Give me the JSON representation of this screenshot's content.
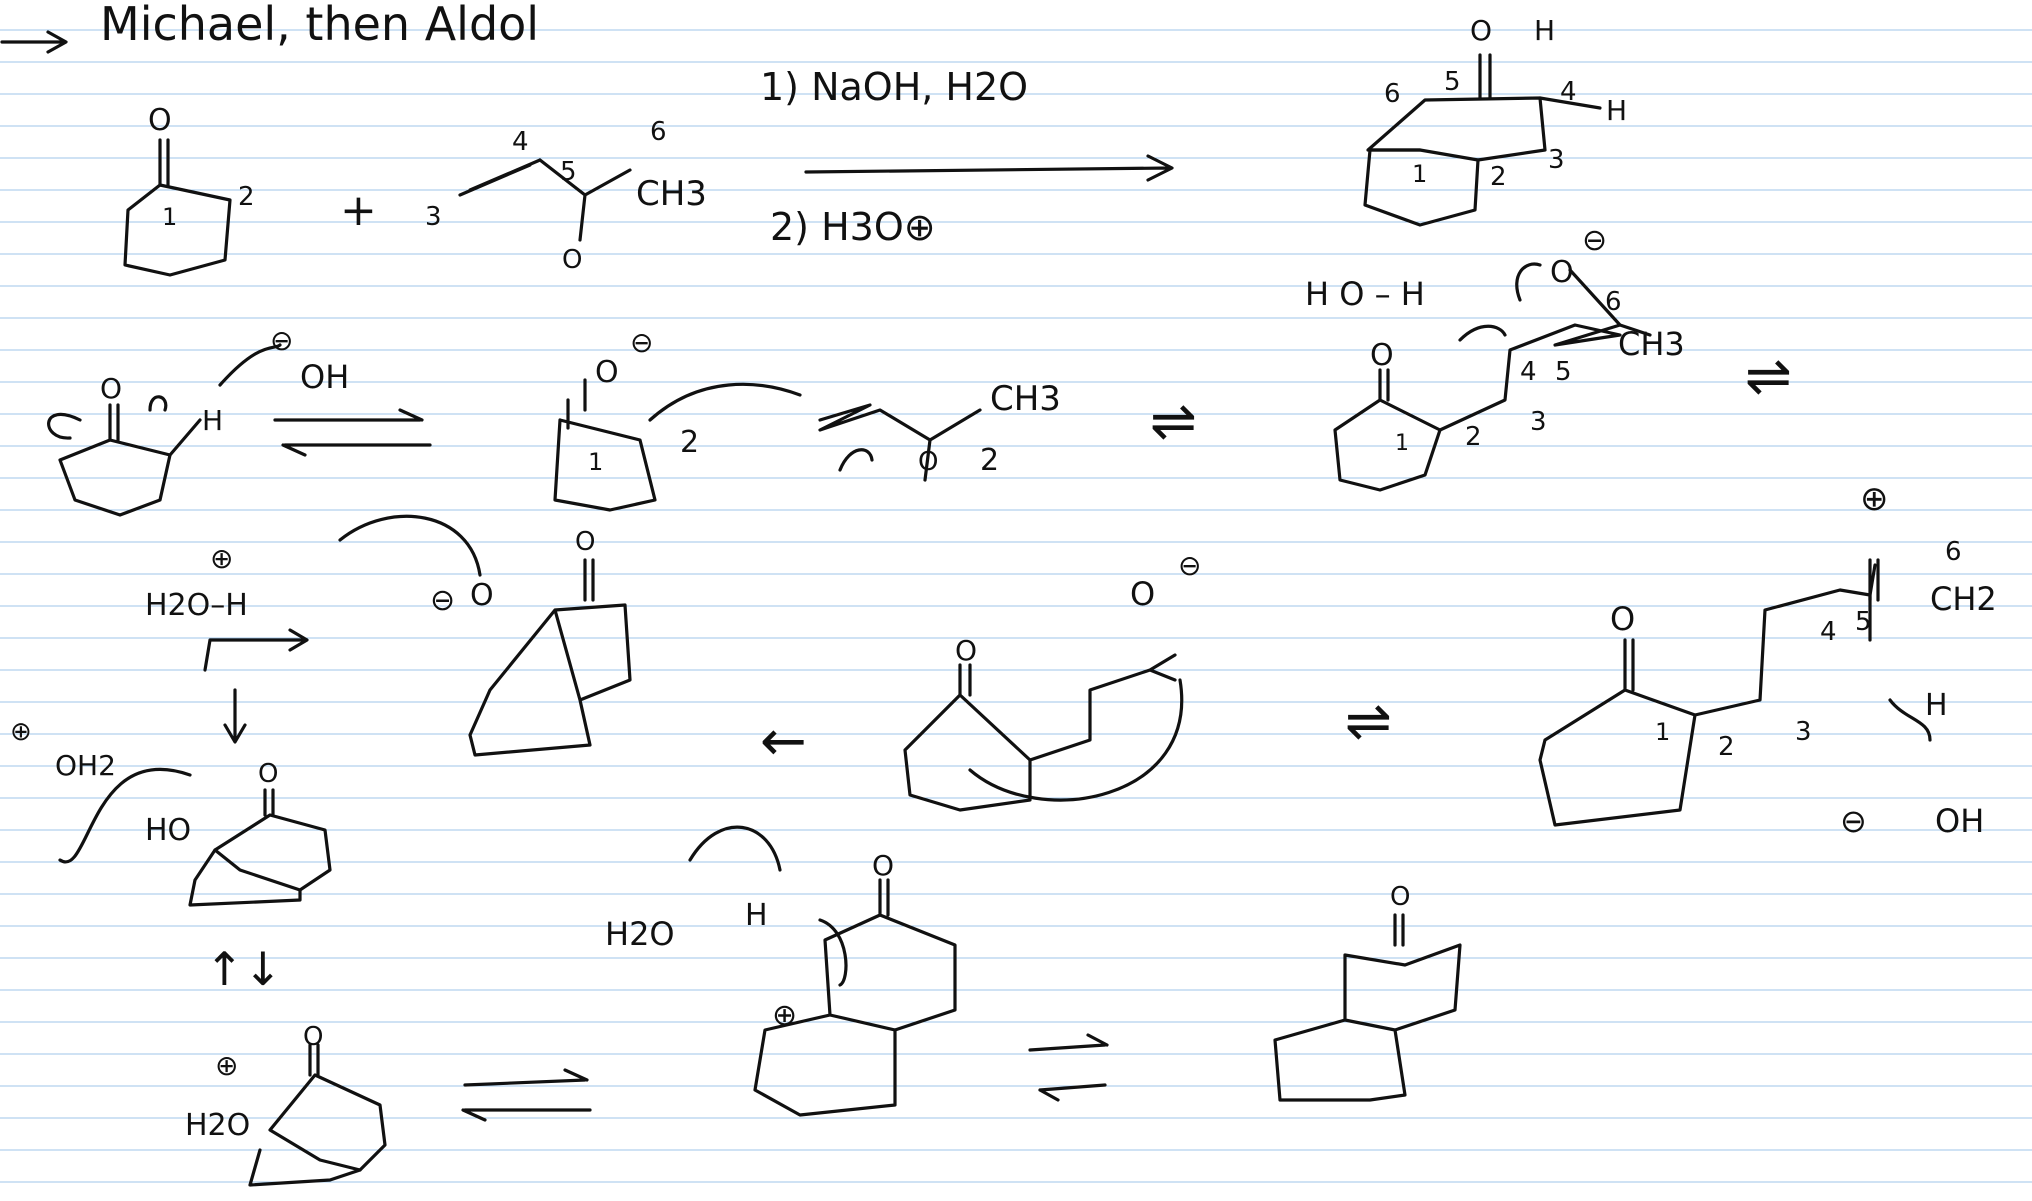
{
  "title": "Michael, then Aldol",
  "conditions": {
    "step1": "1) NaOH, H2O",
    "step2": "2) H3O⊕"
  },
  "reagents": {
    "methyl": "CH3",
    "hydroxide": "OH",
    "water_left": "H2O",
    "water_bottom": "H2O",
    "oh2": "OH2",
    "ho": "HO",
    "hydronium": "H2O–H",
    "hoh": "H O – H",
    "ch2": "CH2"
  },
  "numbers": {
    "n1": "1",
    "n2": "2",
    "n3": "3",
    "n4": "4",
    "n5": "5",
    "n6": "6"
  },
  "symbols": {
    "plus": "+",
    "minus": "⊖",
    "pluscharge": "⊕",
    "oxygen": "O",
    "hydrogen": "H",
    "equilibrium": "⇌",
    "arrow_left": "←",
    "updown": "↑↓"
  },
  "colors": {
    "ink": "#111111",
    "rule": "#9fc6e8",
    "paper": "#ffffff"
  }
}
